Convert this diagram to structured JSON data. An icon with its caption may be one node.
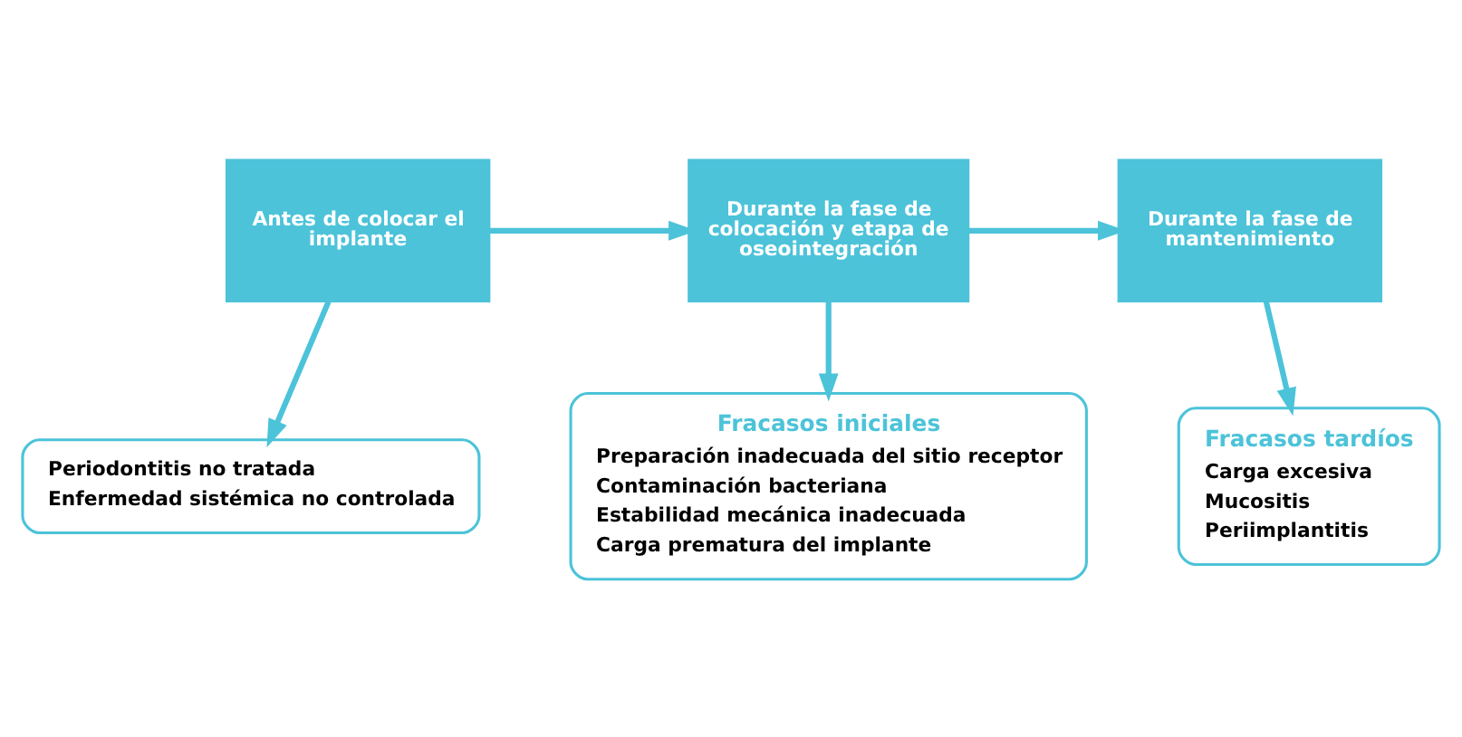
{
  "diagram": {
    "nodes": [
      {
        "text": [
          "Antes de colocar el implante"
        ]
      },
      {
        "text": [
          "Durante la fase de colocación y etapa de oseointegración"
        ]
      },
      {
        "text": [
          "Durante la fase de mantenimiento"
        ]
      },
      {
        "text": [
          "Periodontitis no tratada",
          "Enfermedad sistémica no controlada"
        ]
      },
      {
        "text": [
          "Fracasos iniciales",
          "Preparación inadecuada del sitio receptor",
          "Contaminación bacteriana",
          "Estabilidad mecánica inadecuada",
          "Carga prematura del implante"
        ]
      },
      {
        "text": [
          "Fracasos tardíos",
          "Carga excesiva",
          "Mucositis",
          "Periimplantitis"
        ]
      }
    ],
    "edges": [
      {
        "from": 0,
        "to": 1,
        "arrow": "to"
      },
      {
        "from": 1,
        "to": 2,
        "arrow": "to"
      },
      {
        "from": 0,
        "to": 3,
        "arrow": "to"
      },
      {
        "from": 1,
        "to": 4,
        "arrow": "to"
      },
      {
        "from": 2,
        "to": 5,
        "arrow": "to"
      }
    ]
  }
}
